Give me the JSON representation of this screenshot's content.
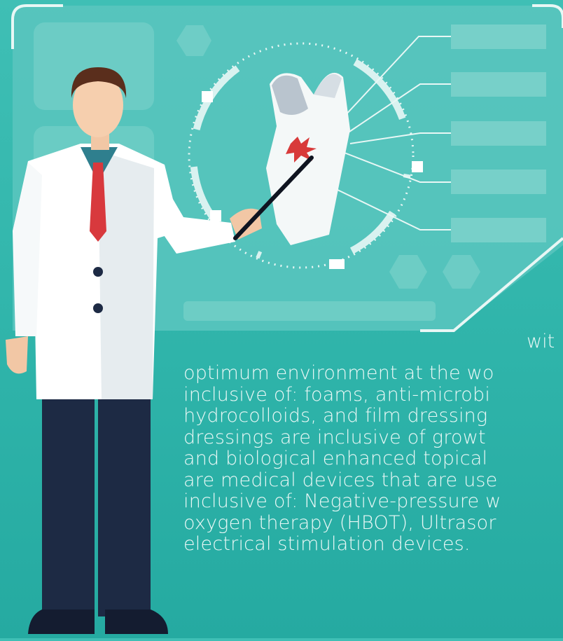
{
  "text": {
    "fragment_top": "wit",
    "lines": [
      "optimum environment at the wo",
      "inclusive of: foams, anti-microbi",
      "hydrocolloids, and film dressing",
      "dressings are inclusive of growt",
      "and biological enhanced topical",
      "are medical devices that are use",
      "inclusive of: Negative-pressure w",
      "oxygen therapy (HBOT), Ultrasor",
      "electrical stimulation devices."
    ]
  },
  "colors": {
    "background": "#32b7ad",
    "board": "#5cc8c1",
    "coat": "#ffffff",
    "tie": "#d8393d",
    "shirt": "#2f7f8e",
    "pants": "#1d2a44",
    "wound": "#d83a3a"
  },
  "icons": [
    "doctor-figure",
    "hand-illustration",
    "pointer-stick",
    "scan-ring"
  ]
}
